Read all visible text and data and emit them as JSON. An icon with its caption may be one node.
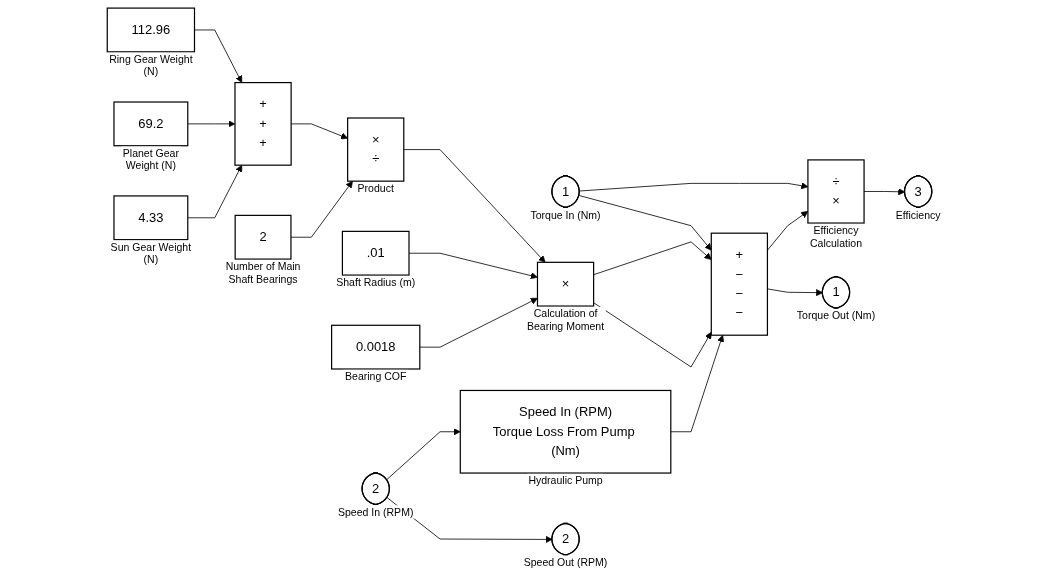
{
  "diagram": {
    "nodes": [
      {
        "text": [
          "112.96"
        ],
        "beside": [
          "Ring Gear Weight (N)"
        ]
      },
      {
        "text": [
          "69.2"
        ],
        "beside": [
          "Planet Gear Weight (N)"
        ]
      },
      {
        "text": [
          "4.33"
        ],
        "beside": [
          "Sun Gear Weight (N)"
        ]
      },
      {
        "text": [
          "+",
          "+",
          "+"
        ]
      },
      {
        "text": [
          "2"
        ],
        "beside": [
          "Number of Main Shaft Bearings"
        ]
      },
      {
        "text": [
          "×",
          "÷"
        ],
        "beside": [
          "Product"
        ]
      },
      {
        "text": [
          ".01"
        ],
        "beside": [
          "Shaft Radius (m)"
        ]
      },
      {
        "text": [
          "0.0018"
        ],
        "beside": [
          "Bearing COF"
        ]
      },
      {
        "text": [
          "×"
        ],
        "beside": [
          "Calculation of Bearing Moment"
        ]
      },
      {
        "text": [
          "1"
        ],
        "beside": [
          "Torque In (Nm)"
        ]
      },
      {
        "text": [
          "+",
          "−",
          "−",
          "−"
        ]
      },
      {
        "text": [
          "÷",
          "×"
        ],
        "beside": [
          "Efficiency Calculation"
        ]
      },
      {
        "text": [
          "3"
        ],
        "beside": [
          "Efficiency"
        ]
      },
      {
        "text": [
          "1"
        ],
        "beside": [
          "Torque Out (Nm)"
        ]
      },
      {
        "text": [
          "Speed In (RPM)",
          "Torque Loss From Pump (Nm)"
        ],
        "beside": [
          "Hydraulic Pump"
        ]
      },
      {
        "text": [
          "2"
        ],
        "beside": [
          "Speed In (RPM)"
        ]
      },
      {
        "text": [
          "2"
        ],
        "beside": [
          "Speed Out (RPM)"
        ]
      }
    ],
    "edges": [
      {
        "from": 0,
        "to": 3,
        "arrow": "to"
      },
      {
        "from": 1,
        "to": 3,
        "arrow": "to"
      },
      {
        "from": 2,
        "to": 3,
        "arrow": "to"
      },
      {
        "from": 3,
        "to": 5,
        "arrow": "to"
      },
      {
        "from": 4,
        "to": 5,
        "arrow": "to"
      },
      {
        "from": 5,
        "to": 8,
        "arrow": "to"
      },
      {
        "from": 6,
        "to": 8,
        "arrow": "to"
      },
      {
        "from": 7,
        "to": 8,
        "arrow": "to"
      },
      {
        "from": 9,
        "to": 11,
        "arrow": "to"
      },
      {
        "from": 9,
        "to": 10,
        "arrow": "to"
      },
      {
        "from": 8,
        "to": 10,
        "arrow": "to"
      },
      {
        "from": 8,
        "to": 10,
        "arrow": "to"
      },
      {
        "from": 14,
        "to": 10,
        "arrow": "to"
      },
      {
        "from": 10,
        "to": 11,
        "arrow": "to"
      },
      {
        "from": 10,
        "to": 13,
        "arrow": "to"
      },
      {
        "from": 11,
        "to": 12,
        "arrow": "to"
      },
      {
        "from": 15,
        "to": 14,
        "arrow": "to"
      },
      {
        "from": 15,
        "to": 16,
        "arrow": "to"
      }
    ]
  }
}
